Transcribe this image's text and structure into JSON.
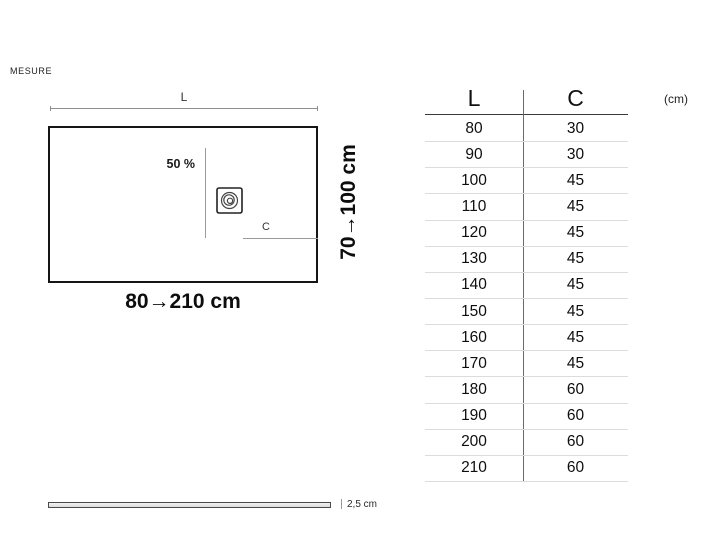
{
  "page": {
    "label": "MESURE",
    "unit": "(cm)"
  },
  "diagram": {
    "length_dim_label": "L",
    "slope_label": "50 %",
    "drain_dim_label": "C",
    "length_range": "80→210 cm",
    "width_range": "70→100 cm",
    "thickness": "2,5 cm"
  },
  "table": {
    "header": {
      "l": "L",
      "c": "C"
    },
    "rows": [
      [
        "80",
        "30"
      ],
      [
        "90",
        "30"
      ],
      [
        "100",
        "45"
      ],
      [
        "110",
        "45"
      ],
      [
        "120",
        "45"
      ],
      [
        "130",
        "45"
      ],
      [
        "140",
        "45"
      ],
      [
        "150",
        "45"
      ],
      [
        "160",
        "45"
      ],
      [
        "170",
        "45"
      ],
      [
        "180",
        "60"
      ],
      [
        "190",
        "60"
      ],
      [
        "200",
        "60"
      ],
      [
        "210",
        "60"
      ]
    ]
  }
}
